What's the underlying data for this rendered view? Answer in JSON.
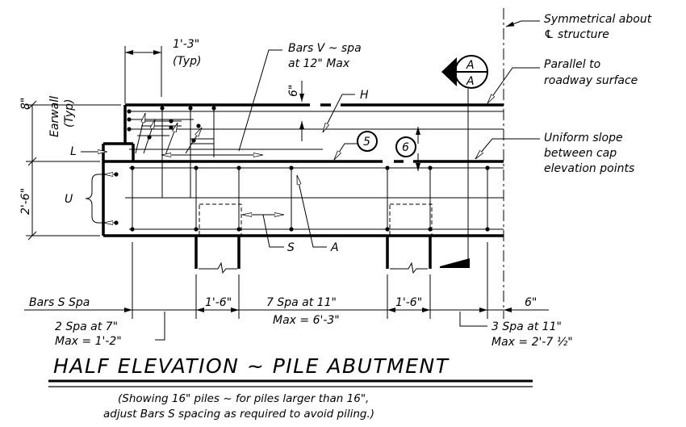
{
  "callouts": {
    "symmetrical_line1": "Symmetrical about",
    "symmetrical_line2": "℄ structure",
    "parallel_line1": "Parallel to",
    "parallel_line2": "roadway surface",
    "uniform_line1": "Uniform slope",
    "uniform_line2": "between cap",
    "uniform_line3": "elevation points",
    "bars_v_line1": "Bars V ~ spa",
    "bars_v_line2": "at 12\" Max",
    "typ_dim": "1'-3\"",
    "typ_label": "(Typ)",
    "earwall_line1": "Earwall",
    "earwall_line2": "(Typ)"
  },
  "bar_labels": {
    "H": "H",
    "L": "L",
    "U": "U",
    "S": "S",
    "A": "A",
    "bubble_5": "5",
    "bubble_6": "6"
  },
  "section_marker": {
    "top": "A",
    "bottom": "A"
  },
  "dimensions": {
    "eight_in": "8\"",
    "six_in_v": "6\"",
    "two_six": "2'-6\"",
    "one_six_a": "1'-6\"",
    "seven_spa": "7 Spa at 11\"",
    "one_six_b": "1'-6\"",
    "six_in_h": "6\""
  },
  "spacing_notes": {
    "bars_s_spa": "Bars S Spa",
    "two_spa": "2 Spa at 7\"",
    "max_1_2": "Max = 1'-2\"",
    "max_6_3": "Max = 6'-3\"",
    "three_spa": "3 Spa at 11\"",
    "max_2_7": "Max = 2'-7 ½\""
  },
  "title": "HALF ELEVATION ~ PILE ABUTMENT",
  "note": {
    "line1": "(Showing 16\" piles ~ for piles larger than 16\",",
    "line2": "adjust Bars S spacing as required to avoid piling.)"
  }
}
